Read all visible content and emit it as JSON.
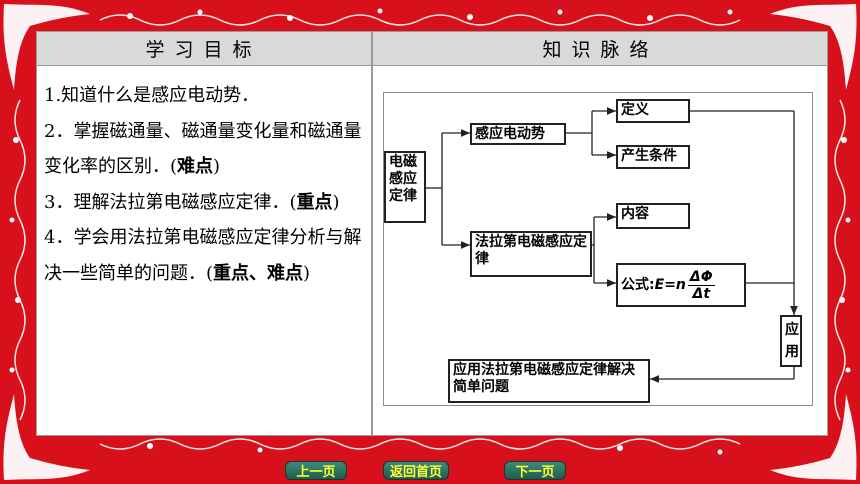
{
  "headers": {
    "left": "学习目标",
    "right": "知识脉络"
  },
  "goals": [
    {
      "text": "1.知道什么是感应电动势．"
    },
    {
      "text": "2．掌握磁通量、磁通量变化量和磁通量变化率的区别．(",
      "bold": "难点",
      "tail": ")"
    },
    {
      "text": "3．理解法拉第电磁感应定律．(",
      "bold": "重点",
      "tail": ")"
    },
    {
      "text": "4．学会用法拉第电磁感应定律分析与解决一些简单的问题．(",
      "bold": "重点、难点",
      "tail": ")"
    }
  ],
  "diagram": {
    "root": "电磁感应定律",
    "emf": "感应电动势",
    "definition": "定义",
    "conditions": "产生条件",
    "faraday": "法拉第电磁感应定律",
    "content": "内容",
    "formula_prefix": "公式:",
    "formula_E": "E",
    "formula_n": "n",
    "formula_num": "ΔΦ",
    "formula_den": "Δt",
    "apply": "应用",
    "solve": "应用法拉第电磁感应定律解决简单问题"
  },
  "nav": {
    "prev": "上一页",
    "home": "返回首页",
    "next": "下一页"
  },
  "colors": {
    "frame": "#d8101b",
    "header_bg": "#d9d9d9",
    "nav_bg": "#2a6e5f",
    "nav_text": "#ffff33"
  }
}
